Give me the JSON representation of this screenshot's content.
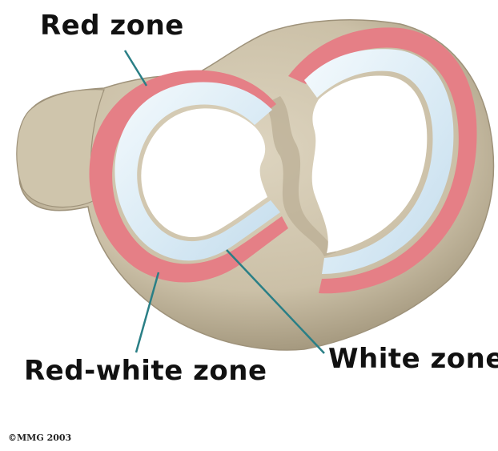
{
  "labels": {
    "red_zone": "Red zone",
    "red_white_zone": "Red-white zone",
    "white_zone": "White zone"
  },
  "copyright": "©MMG 2003",
  "colors": {
    "bone": "#cfc5ae",
    "bone_shadow": "#a89c82",
    "meniscus_white": "#dcecf6",
    "meniscus_highlight": "#f4fafd",
    "red_zone": "#e57f86",
    "red_zone_light": "#f2b9bd",
    "leader_line": "#2a7f86"
  }
}
